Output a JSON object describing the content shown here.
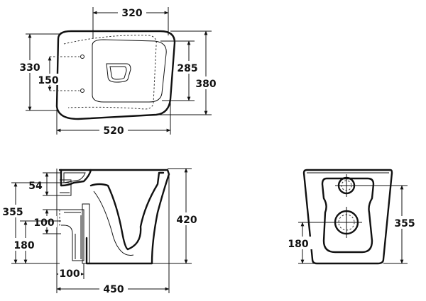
{
  "top_view": {
    "dims": {
      "width_top": "320",
      "depth_outer": "330",
      "fixing_spacing": "150",
      "depth_inner": "285",
      "depth_total": "380",
      "width_bottom": "520"
    }
  },
  "side_view": {
    "dims": {
      "inlet_offset": "54",
      "inlet_height": "355",
      "outlet_diameter": "100",
      "outlet_height": "180",
      "outlet_projection": "100",
      "total_height": "420",
      "total_depth": "450"
    }
  },
  "rear_view": {
    "dims": {
      "outlet_height": "180",
      "inlet_height": "355"
    }
  }
}
